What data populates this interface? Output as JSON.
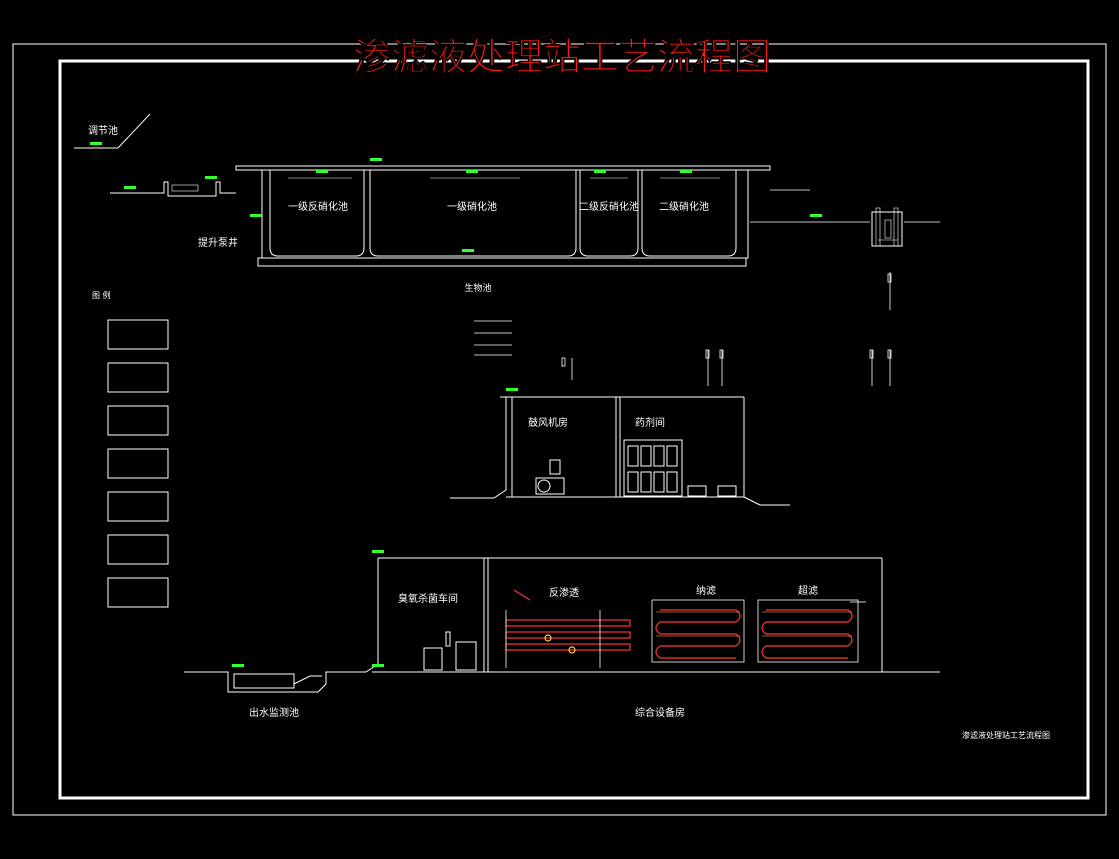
{
  "title": "渗滤液处理站工艺流程图",
  "bottom_caption": "渗滤液处理站工艺流程图",
  "colors": {
    "background": "#000000",
    "line": "#ffffff",
    "title": "#ff1a1a",
    "level_marker": "#33ff33",
    "pipe": "#ff3333",
    "pipe_accent": "#ffd24d"
  },
  "top_section": {
    "regulating_pool": "调节池",
    "lift_well": "提升泵井",
    "tanks": [
      "一级反硝化池",
      "一级硝化池",
      "二级反硝化池",
      "二级硝化池"
    ],
    "bio_pool_caption": "生物池"
  },
  "legend": {
    "title": "图 例"
  },
  "middle_section": {
    "rooms": [
      "鼓风机房",
      "药剂间"
    ]
  },
  "bottom_section": {
    "rooms": [
      "臭氧杀菌车间",
      "反渗透",
      "纳滤",
      "超滤"
    ],
    "outlet_tank": "出水监测池",
    "equipment_room_caption": "综合设备房"
  }
}
